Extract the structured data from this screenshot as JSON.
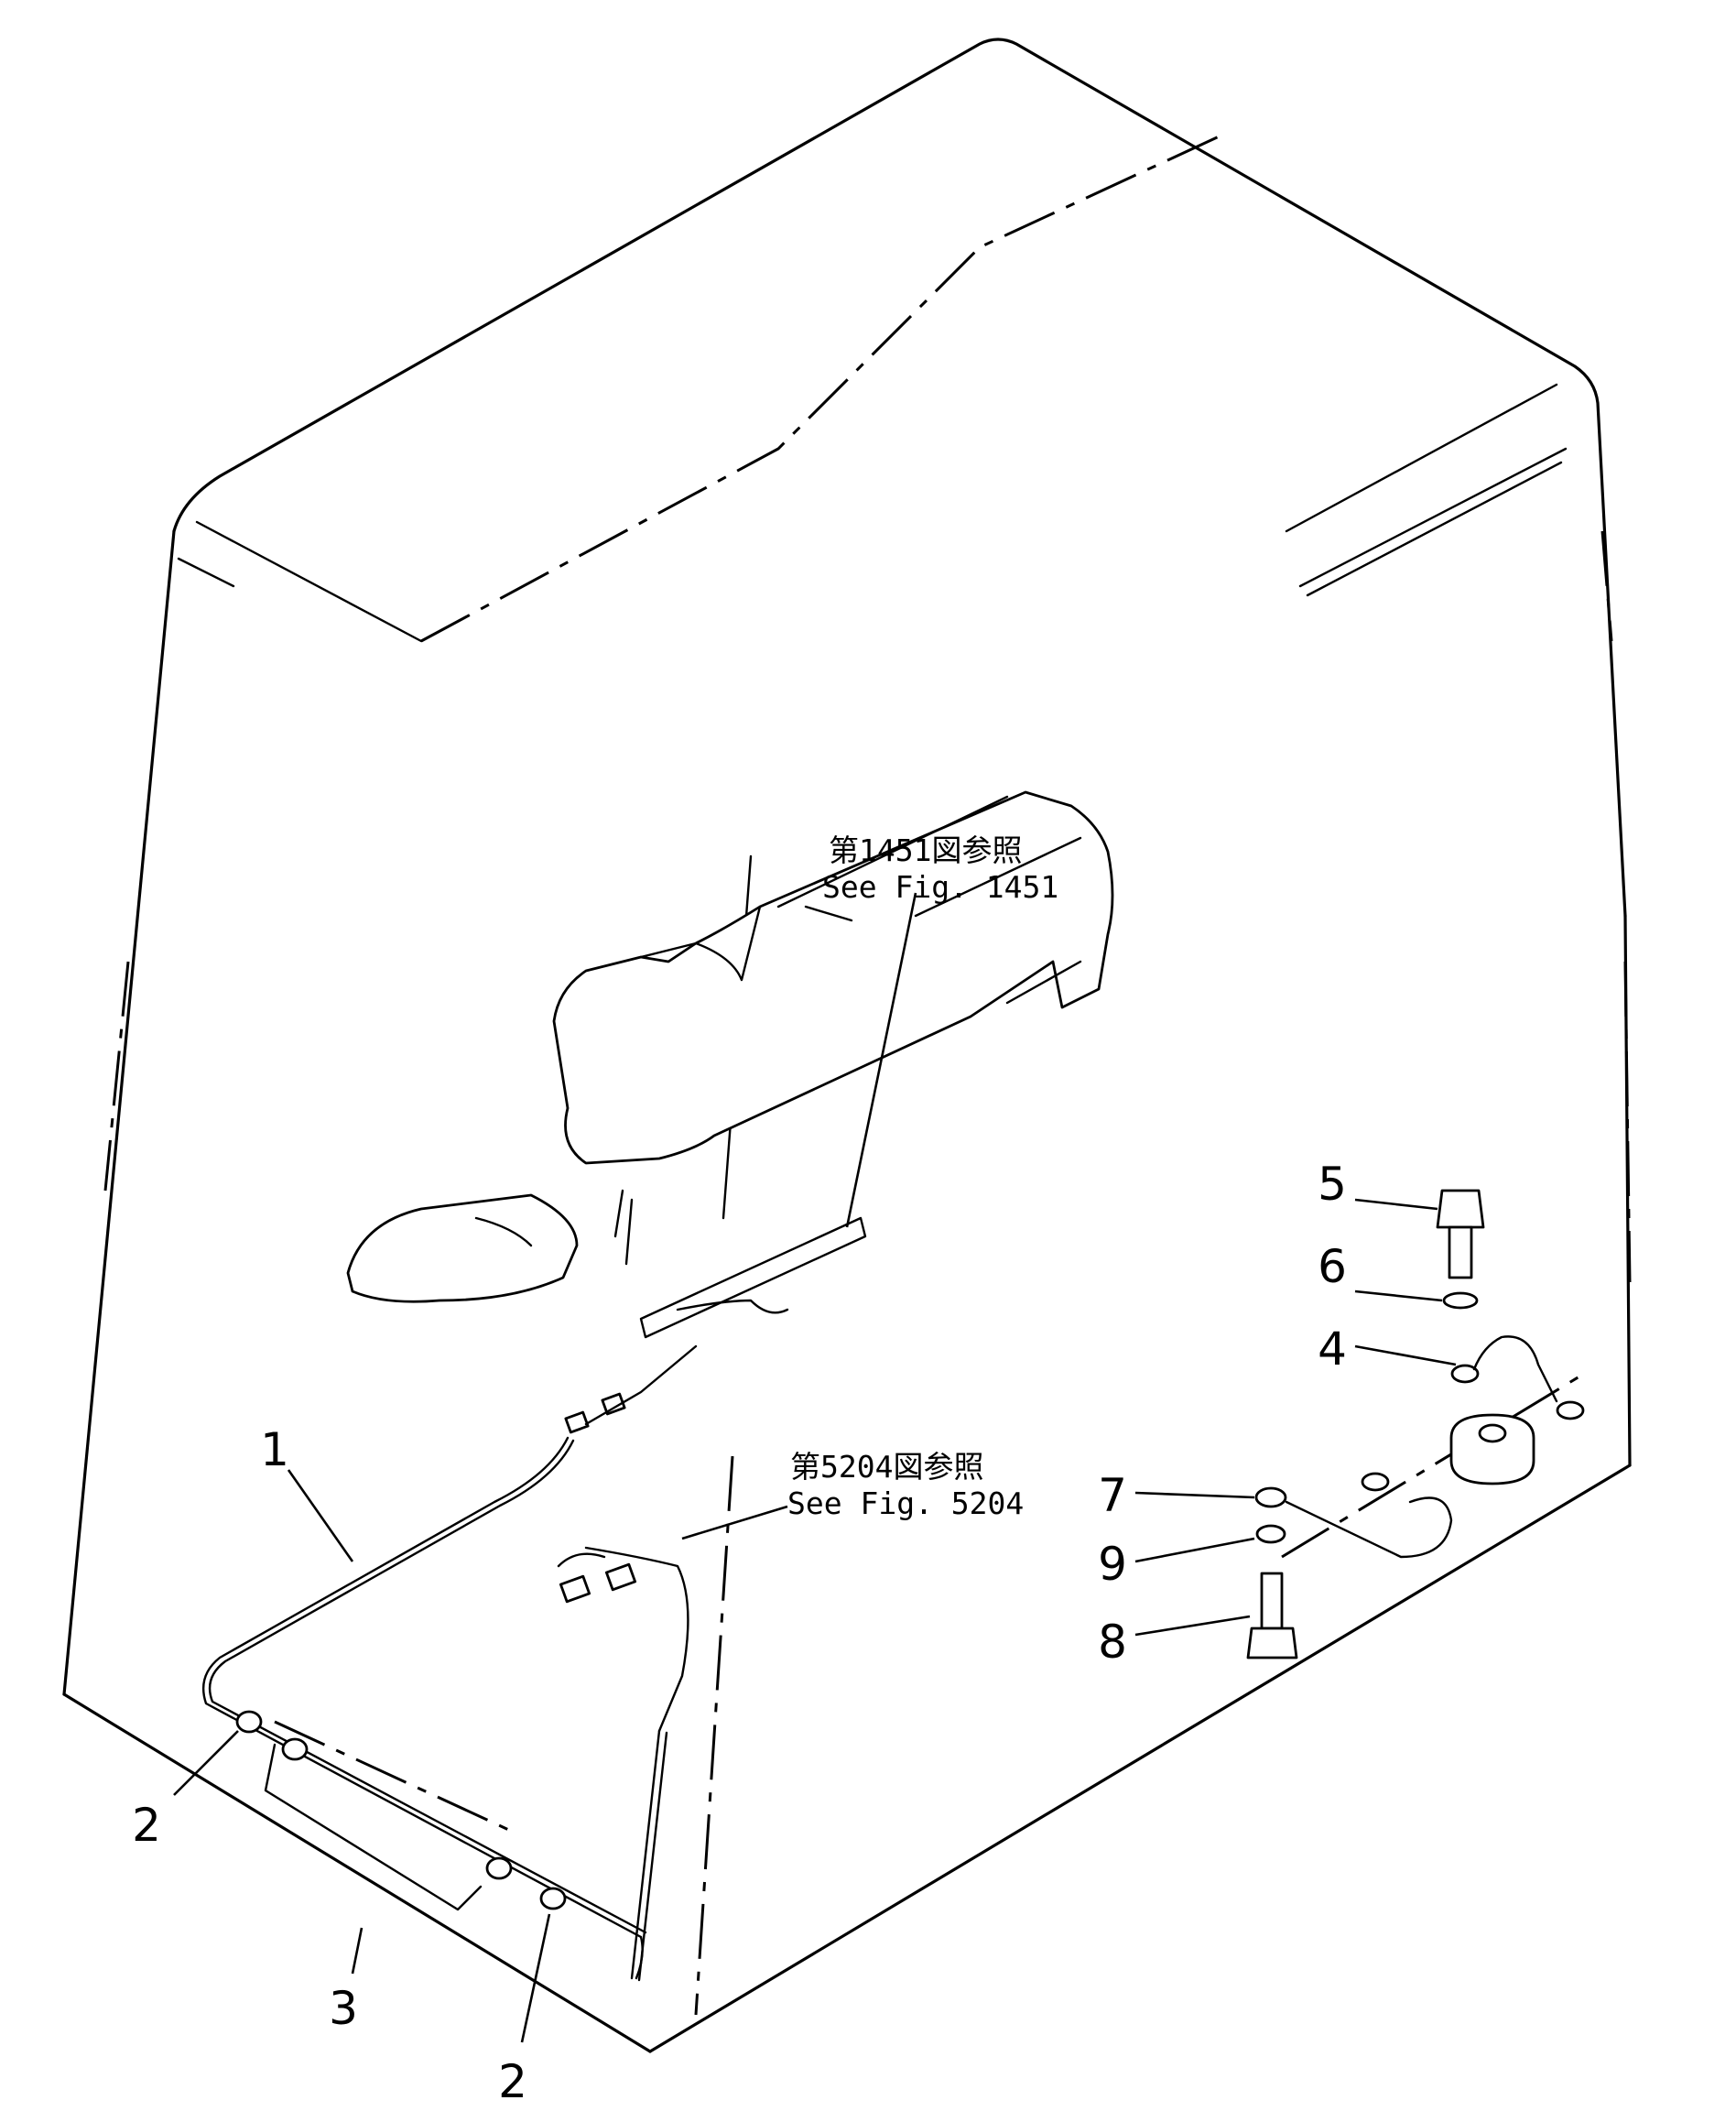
{
  "figure": {
    "references": {
      "upper_ja": "第1451図参照",
      "upper_en": "See Fig. 1451",
      "lower_ja": "第5204図参照",
      "lower_en": "See Fig. 5204"
    },
    "callouts": {
      "c1": "1",
      "c2_left": "2",
      "c2_right": "2",
      "c3": "3",
      "c4": "4",
      "c5": "5",
      "c6": "6",
      "c7": "7",
      "c8": "8",
      "c9": "9"
    }
  }
}
